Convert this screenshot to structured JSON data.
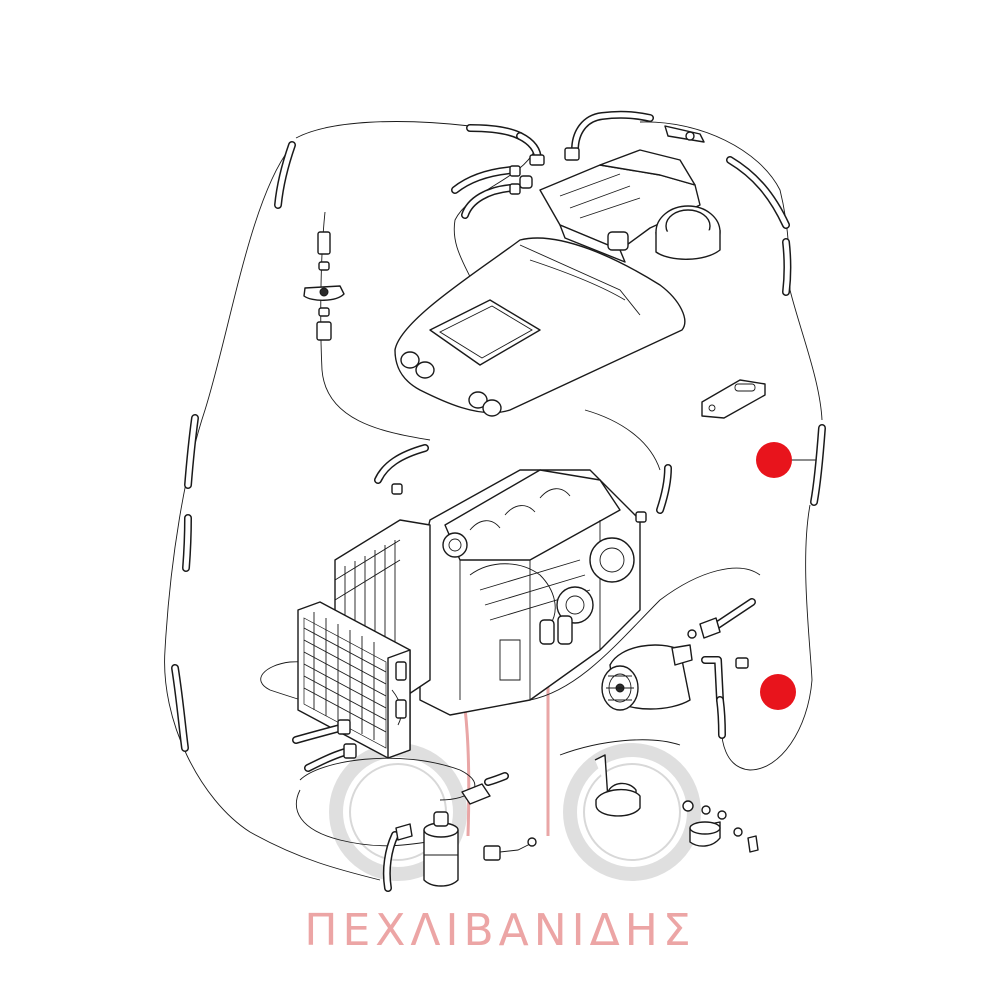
{
  "watermark": {
    "text": "ΠΕΧΛΙΒΑΝΙΔΗΣ",
    "color": "#eca5a5"
  },
  "markers": [
    {
      "id": "marker-upper-right",
      "color": "#e8141c"
    },
    {
      "id": "marker-lower-right",
      "color": "#e8141c"
    }
  ],
  "colors": {
    "line": "#1a1a1a",
    "background": "#ffffff"
  }
}
